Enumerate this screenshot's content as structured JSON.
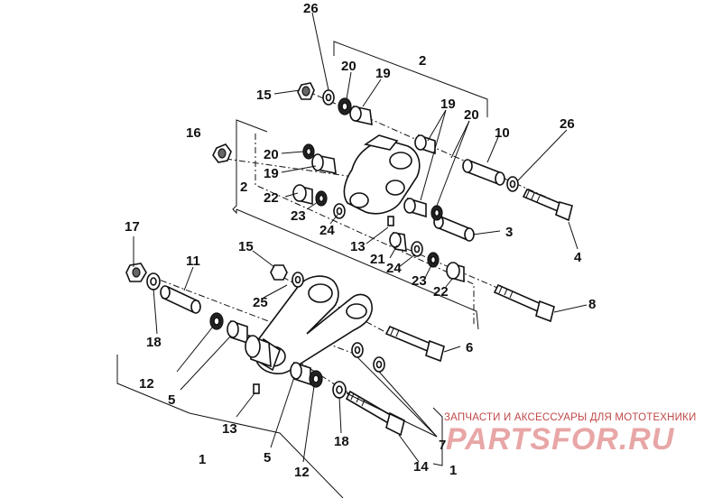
{
  "callouts": {
    "c1a": "1",
    "c1b": "1",
    "c2a": "2",
    "c2b": "2",
    "c3": "3",
    "c4": "4",
    "c5a": "5",
    "c5b": "5",
    "c6": "6",
    "c7": "7",
    "c8": "8",
    "c10": "10",
    "c11": "11",
    "c12a": "12",
    "c12b": "12",
    "c13a": "13",
    "c13b": "13",
    "c14": "14",
    "c15a": "15",
    "c15b": "15",
    "c16": "16",
    "c17": "17",
    "c18a": "18",
    "c18b": "18",
    "c19a": "19",
    "c19b": "19",
    "c19c": "19",
    "c20a": "20",
    "c20b": "20",
    "c20c": "20",
    "c21": "21",
    "c22a": "22",
    "c22b": "22",
    "c23a": "23",
    "c23b": "23",
    "c24a": "24",
    "c24b": "24",
    "c25": "25",
    "c26a": "26",
    "c26b": "26"
  },
  "watermark": {
    "caption": "ЗАПЧАСТИ И АКСЕССУАРЫ ДЛЯ МОТОТЕХНИКИ",
    "logo": "PARTSFOR.RU"
  },
  "colors": {
    "ink": "#111111",
    "watermark": "#d65c5c",
    "background": "#ffffff"
  }
}
